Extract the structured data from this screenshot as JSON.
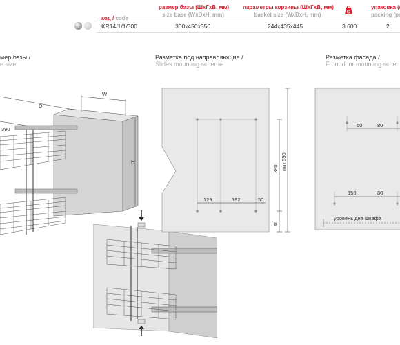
{
  "table": {
    "headers": [
      {
        "ru": "код",
        "en": "code"
      },
      {
        "ru": "размер базы (ШхГхВ, мм)",
        "en": "size base (WxDxH, mm)"
      },
      {
        "ru": "параметры корзины (ШхГхВ, мм)",
        "en": "basket size (WxDxH, mm)"
      },
      {
        "ru": "упаковка (ш",
        "en": "packing (pc"
      }
    ],
    "row": {
      "code": "KR14/1/1/300",
      "size_base": "300x450x550",
      "basket_size": "244x435x445",
      "price": "3 600",
      "packing": "2"
    }
  },
  "sections": {
    "base": {
      "ru": "мер базы /",
      "en": "e size"
    },
    "slides": {
      "ru": "Разметка под направляющие /",
      "en": "Slides mounting scheme"
    },
    "front": {
      "ru": "Разметка фасада /",
      "en": "Front door mounting scheme"
    }
  },
  "labels": {
    "W": "W",
    "D": "D",
    "H": "H",
    "d390": "390",
    "s129": "129",
    "s192": "192",
    "s50": "50",
    "s380": "380",
    "s_min550": "min 550",
    "s40": "40",
    "f50": "50",
    "f80a": "80",
    "f150": "150",
    "f80b": "80",
    "cabinet_bottom": "уровень дна шкафа"
  },
  "colors": {
    "accent": "#d5232f",
    "muted": "#aaaaaa",
    "line": "#555555"
  }
}
